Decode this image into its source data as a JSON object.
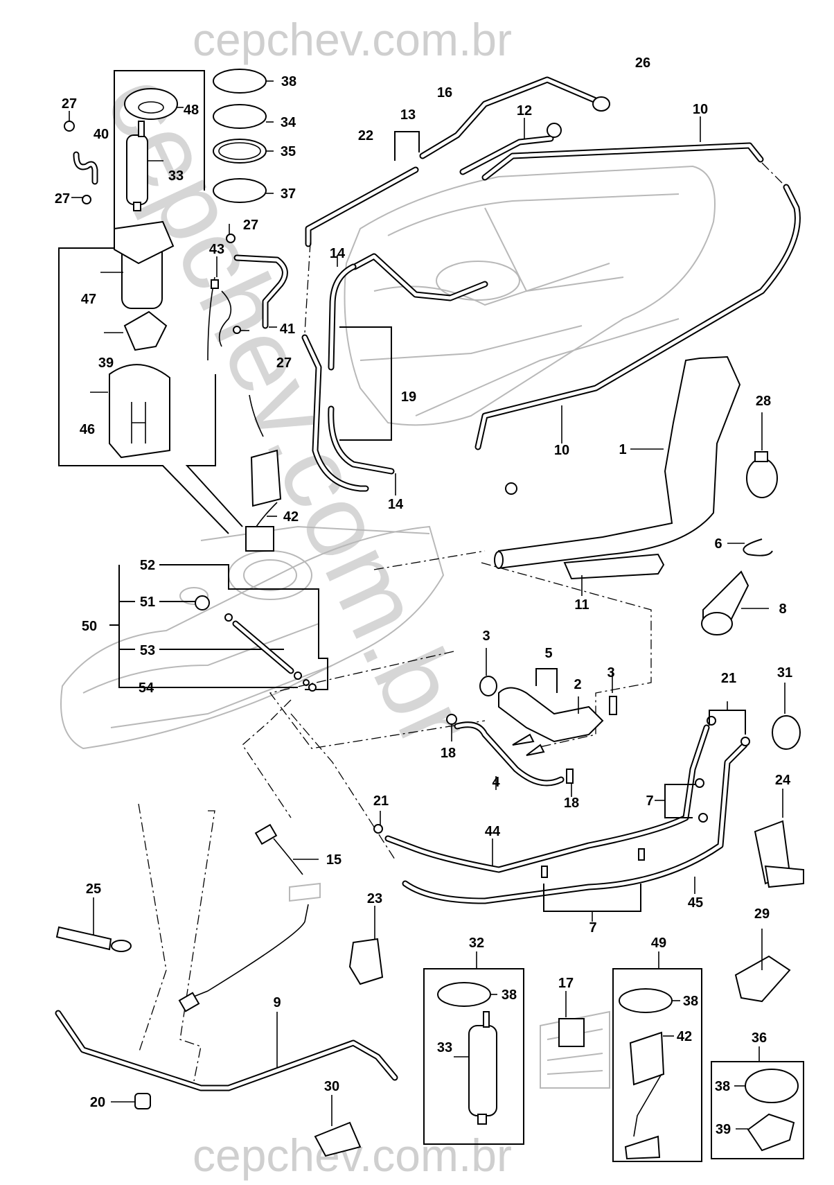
{
  "watermark": {
    "top": "cepchev.com.br",
    "bottom": "cepchev.com.br",
    "diagonal": "cepchev.com.br"
  },
  "diagram": {
    "subject": "fuel tank system exploded view",
    "callouts": {
      "c27a": "27",
      "c40": "40",
      "c27b": "27",
      "c48": "48",
      "c33a": "33",
      "c38a": "38",
      "c34": "34",
      "c35": "35",
      "c37": "37",
      "c22": "22",
      "c13": "13",
      "c16": "16",
      "c12": "12",
      "c26": "26",
      "c10a": "10",
      "c27c": "27",
      "c43": "43",
      "c41": "41",
      "c27d": "27",
      "c47": "47",
      "c39a": "39",
      "c46": "46",
      "c14a": "14",
      "c19": "19",
      "c14b": "14",
      "c42a": "42",
      "c10b": "10",
      "c1": "1",
      "c28": "28",
      "c6": "6",
      "c11": "11",
      "c8": "8",
      "c52": "52",
      "c51": "51",
      "c50": "50",
      "c53": "53",
      "c54": "54",
      "c3a": "3",
      "c5": "5",
      "c2": "2",
      "c3b": "3",
      "c18a": "18",
      "c4": "4",
      "c18b": "18",
      "c21a": "21",
      "c31": "31",
      "c7a": "7",
      "c24": "24",
      "c21b": "21",
      "c44": "44",
      "c15": "15",
      "c45": "45",
      "c25": "25",
      "c23": "23",
      "c7b": "7",
      "c29": "29",
      "c32": "32",
      "c38b": "38",
      "c33b": "33",
      "c17": "17",
      "c49": "49",
      "c38c": "38",
      "c42b": "42",
      "c36": "36",
      "c38d": "38",
      "c39b": "39",
      "c9": "9",
      "c20": "20",
      "c30": "30"
    },
    "kits": {
      "kit32_contents": [
        "38",
        "33"
      ],
      "kit49_contents": [
        "38",
        "42"
      ],
      "kit36_contents": [
        "38",
        "39"
      ],
      "group50_contents": [
        "51",
        "52",
        "53",
        "54"
      ]
    }
  }
}
